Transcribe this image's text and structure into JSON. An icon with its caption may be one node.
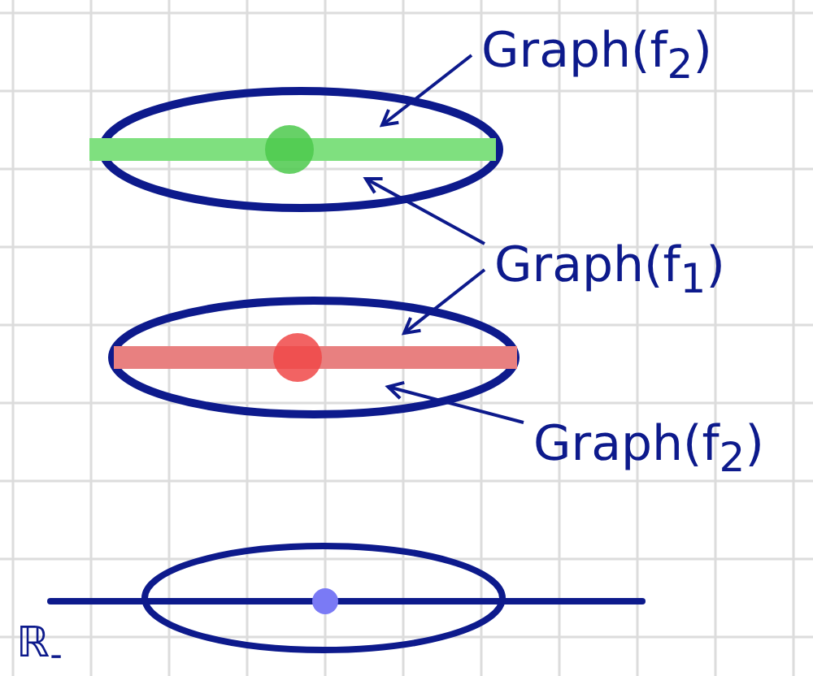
{
  "diagram": {
    "nodes": [
      {
        "text": [
          "Graph(f$_{2}$)"
        ]
      },
      {
        "text": [],
        "shape": "bar"
      },
      {
        "text": [
          "Graph(f$_{1}$)"
        ]
      },
      {
        "text": [],
        "shape": "bar"
      },
      {
        "text": [
          "Graph(f$_{2}$)"
        ]
      }
    ],
    "edges": [
      {
        "from": 0,
        "to": 1,
        "arrow": "to"
      },
      {
        "from": 2,
        "to": 1,
        "arrow": "to"
      },
      {
        "from": 2,
        "to": 3,
        "arrow": "to"
      },
      {
        "from": 4,
        "to": 3,
        "arrow": "to"
      }
    ],
    "labels": [
      "ℝ$_{-}$"
    ]
  }
}
